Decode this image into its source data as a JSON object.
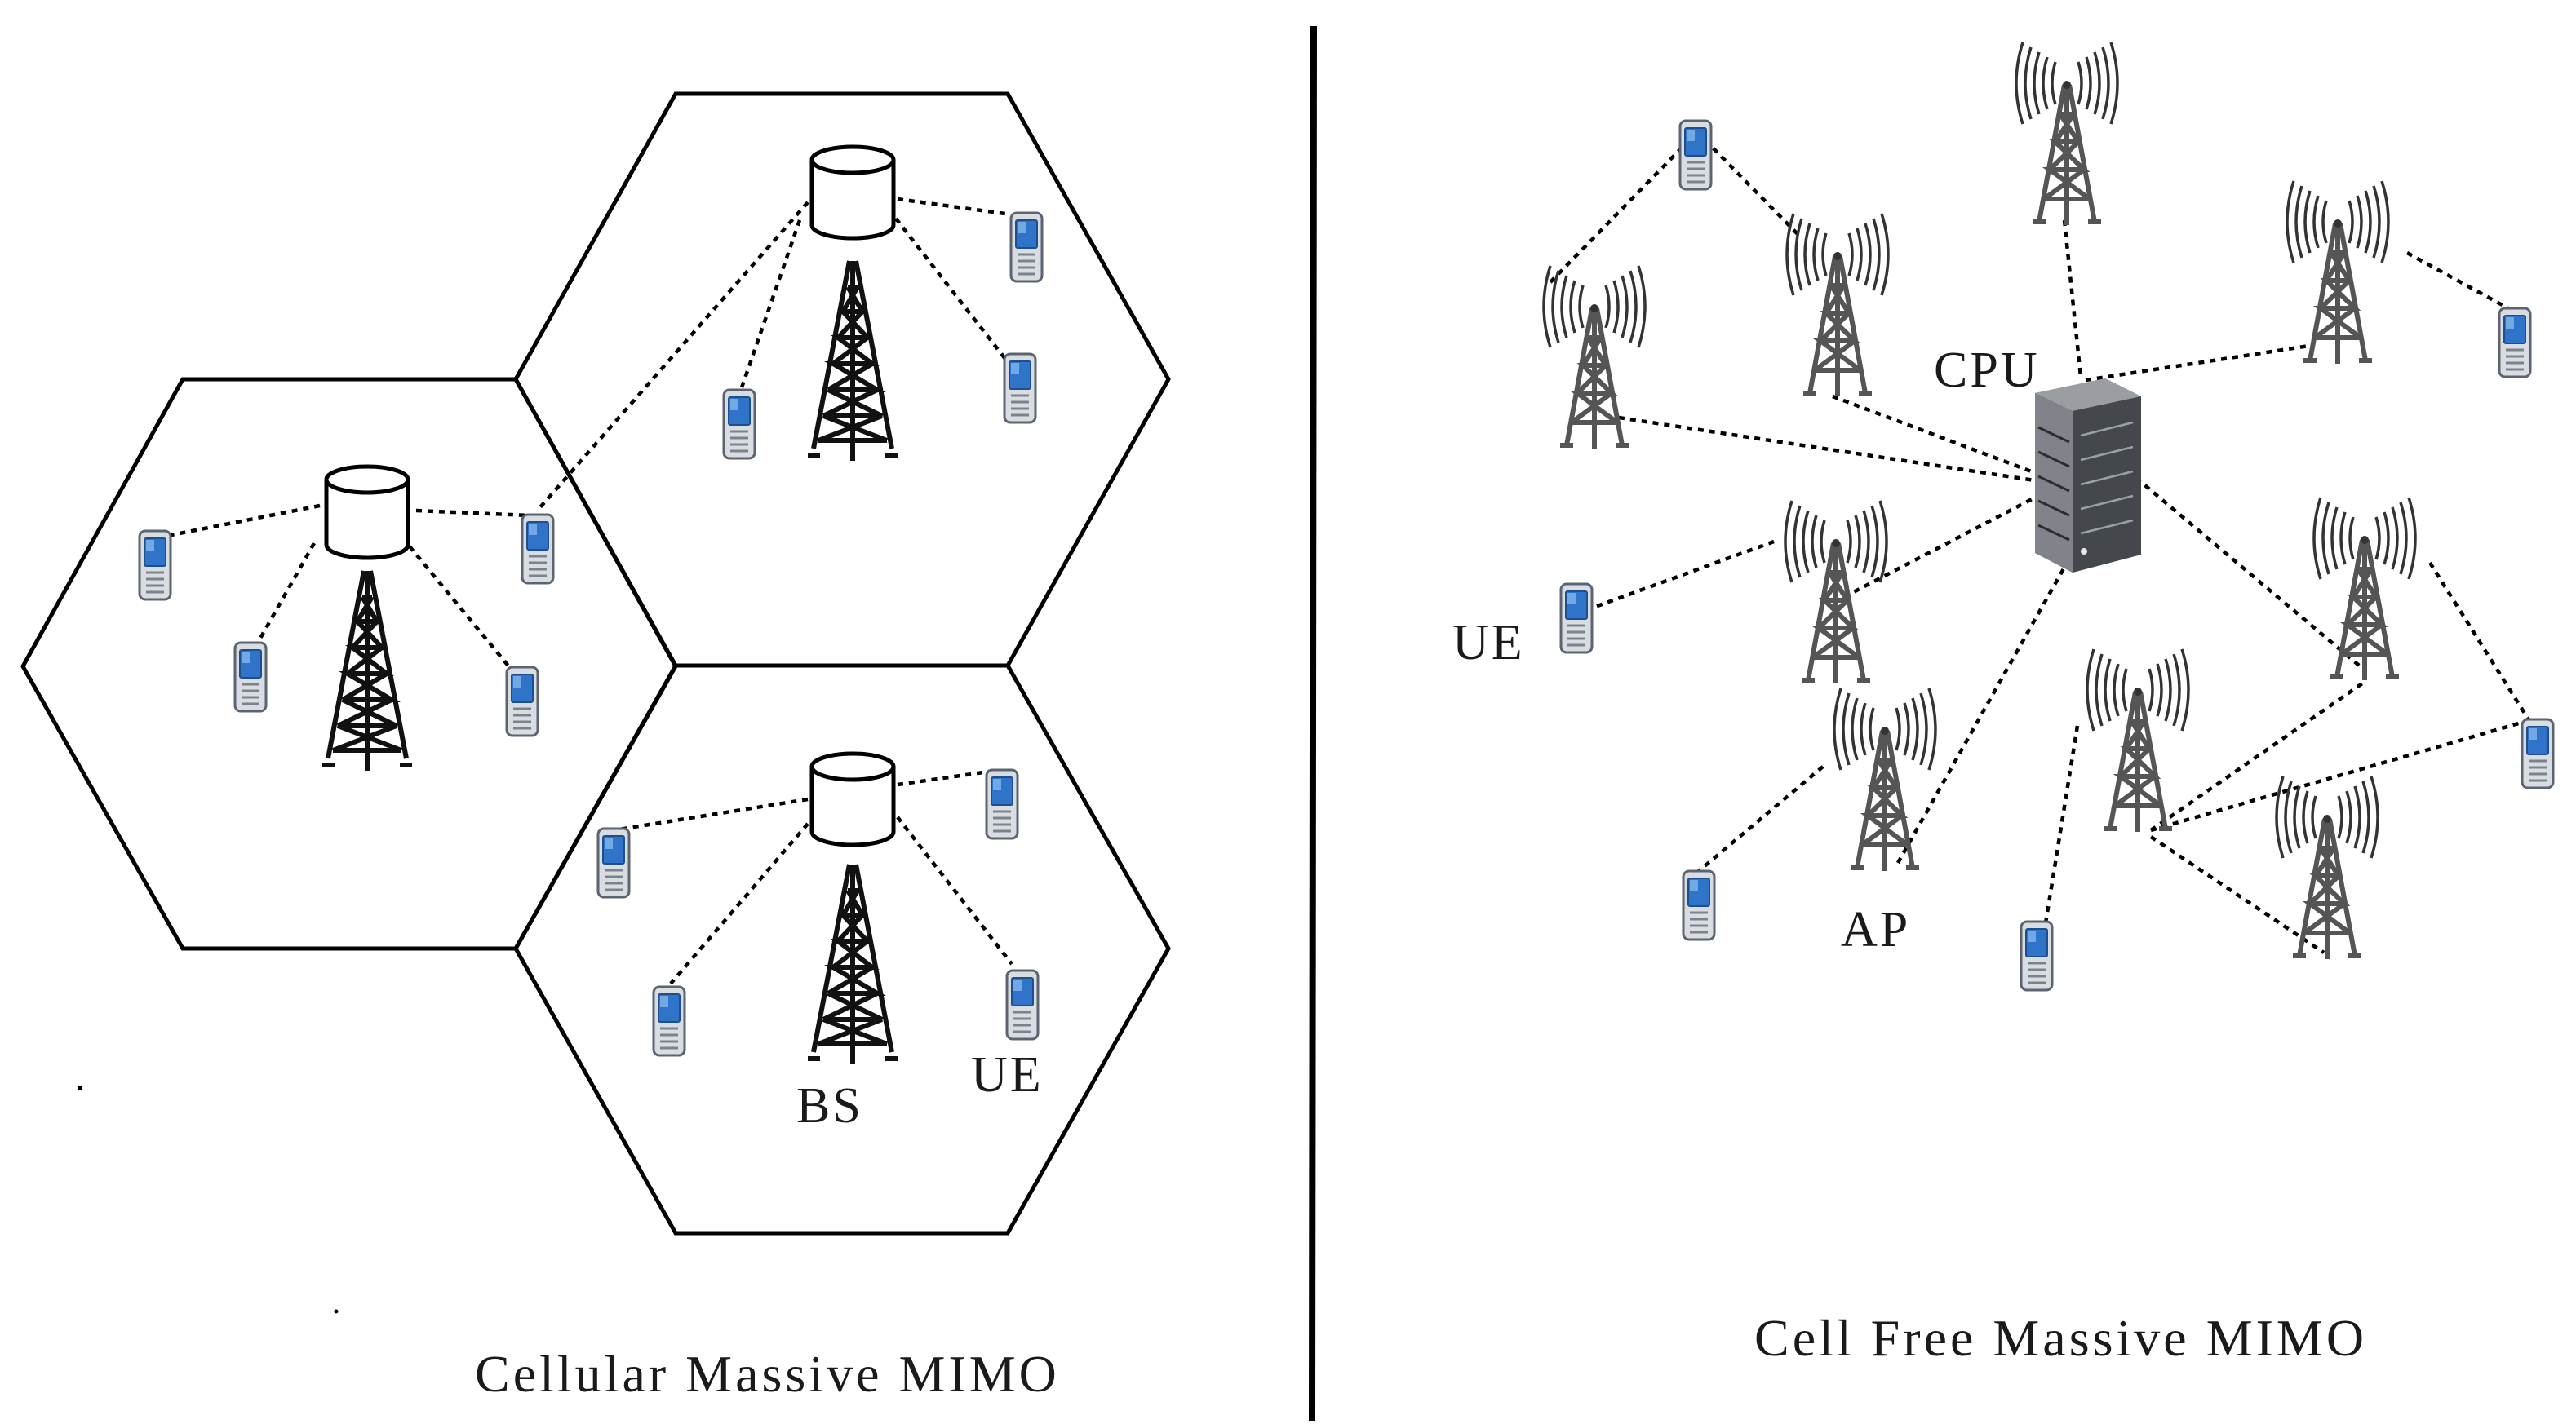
{
  "captions": {
    "cellular": "Cellular Massive MIMO",
    "cell_free": "Cell Free Massive MIMO"
  },
  "labels": {
    "bs": "BS",
    "ue_cellular": "UE",
    "cpu": "CPU",
    "ue_cell_free": "UE",
    "ap": "AP"
  },
  "icons": {
    "base_station": "cylinder-antenna-on-lattice-tower",
    "access_point": "radiating-antenna-tower",
    "user_equipment": "mobile-phone",
    "central_unit": "server-rack"
  },
  "colors": {
    "line": "#000000",
    "phone_screen": "#2f74c8",
    "phone_body": "#d9dde2",
    "tower_cellular": "#111111",
    "tower_cell_free": "#555555",
    "server": "#5a5e63"
  }
}
